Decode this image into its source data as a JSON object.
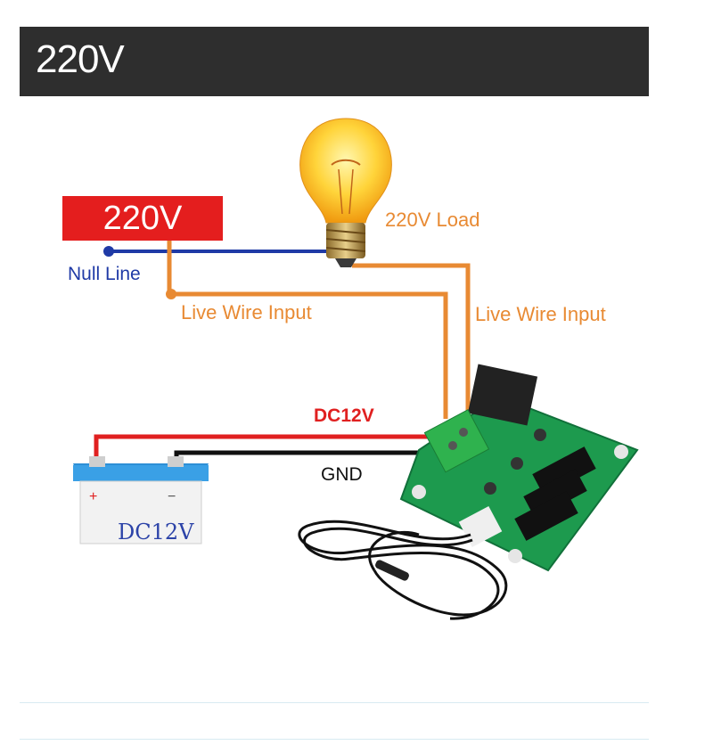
{
  "header": {
    "title": "220V"
  },
  "power_source": {
    "label": "220V"
  },
  "labels": {
    "null_line": "Null Line",
    "load": "220V Load",
    "live_wire_input_left": "Live Wire Input",
    "live_wire_input_right": "Live Wire Input",
    "dc12v_wire": "DC12V",
    "gnd_wire": "GND"
  },
  "battery": {
    "label": "DC12V",
    "plus_symbol": "+",
    "minus_symbol": "−"
  },
  "colors": {
    "header_bg": "#2e2e2e",
    "source_red": "#e41e1e",
    "null_line_blue": "#1f3aa6",
    "live_wire_orange": "#e88a33",
    "dc_red": "#e02020",
    "gnd_black": "#111111",
    "pcb_green": "#1d9a4e"
  }
}
